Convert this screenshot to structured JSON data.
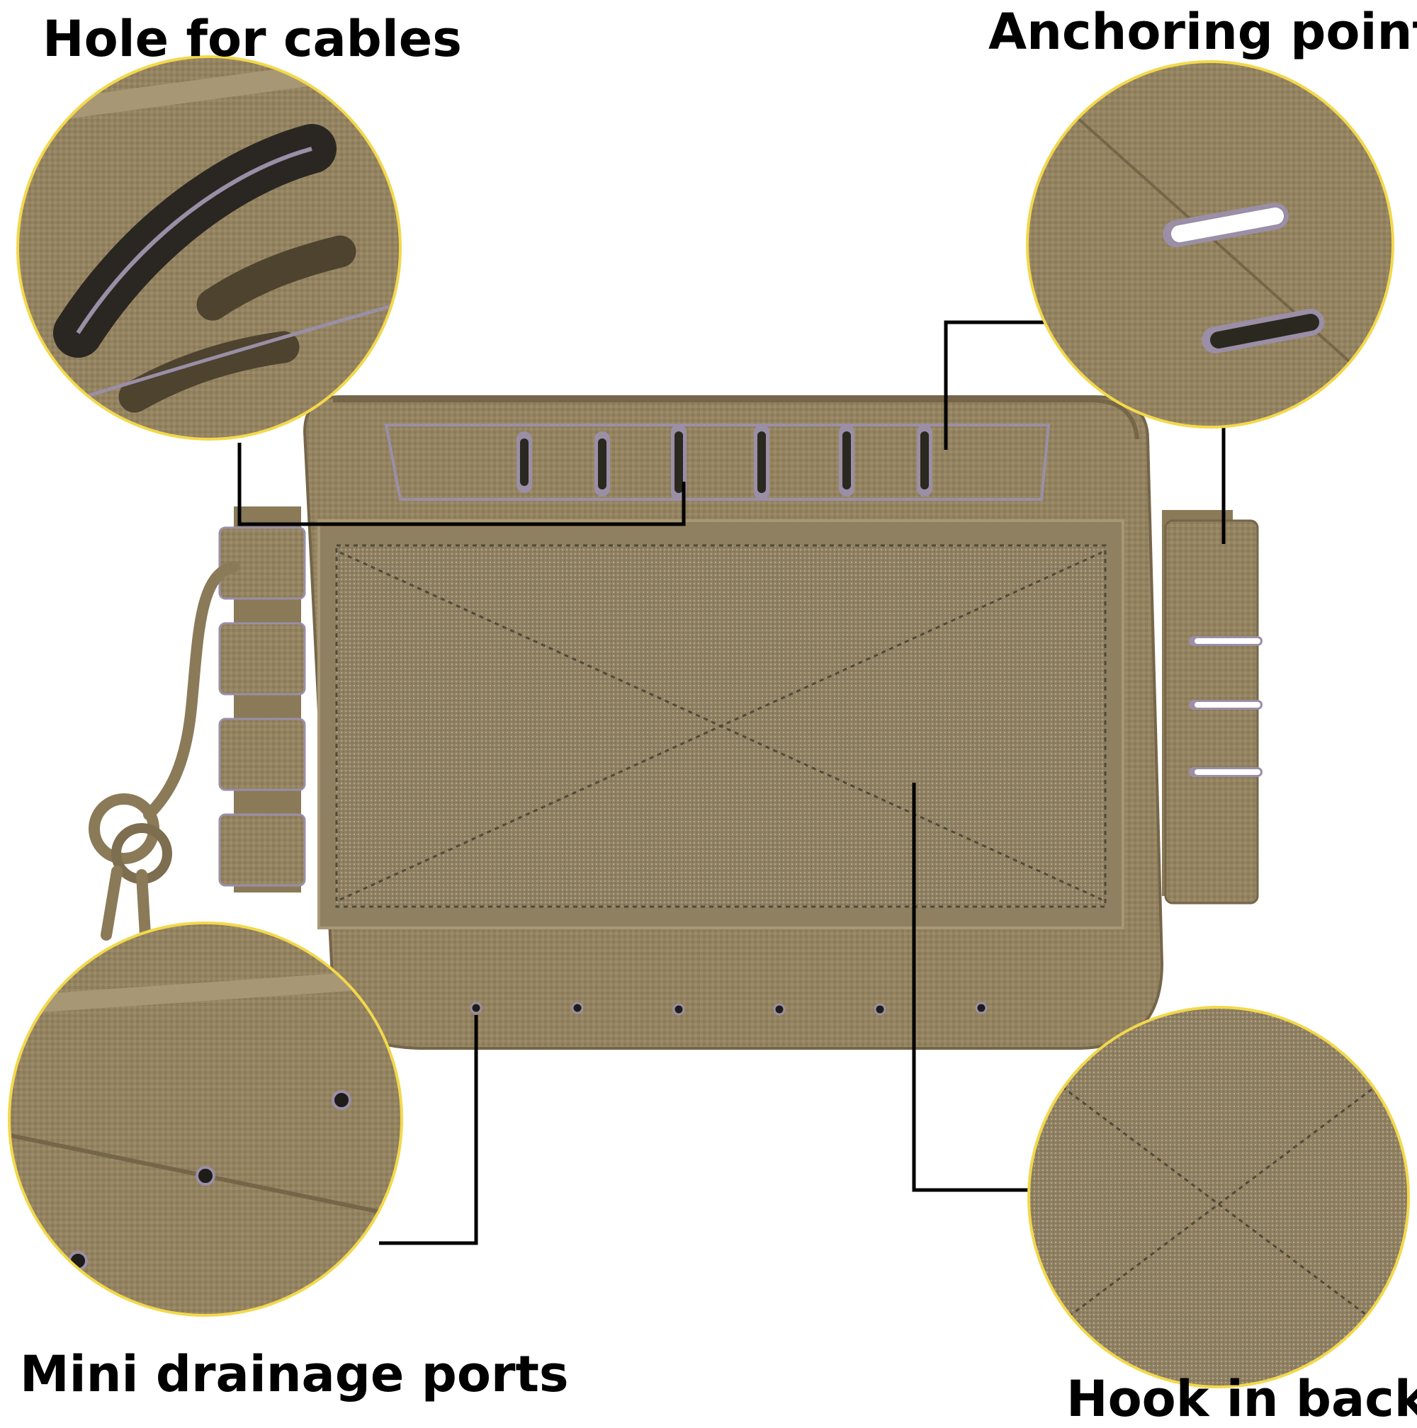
{
  "callouts": {
    "cables": "Hole for cables",
    "anchor": "Anchoring points",
    "drainage": "Mini drainage ports",
    "hook": "Hook in back"
  },
  "colors": {
    "fabric": "#948361",
    "fabric_dark": "#75664a",
    "fabric_light": "#a89775",
    "edge_binding": "#9a8fa6",
    "circle_border": "#f2d84c",
    "leader_line": "#000000"
  }
}
